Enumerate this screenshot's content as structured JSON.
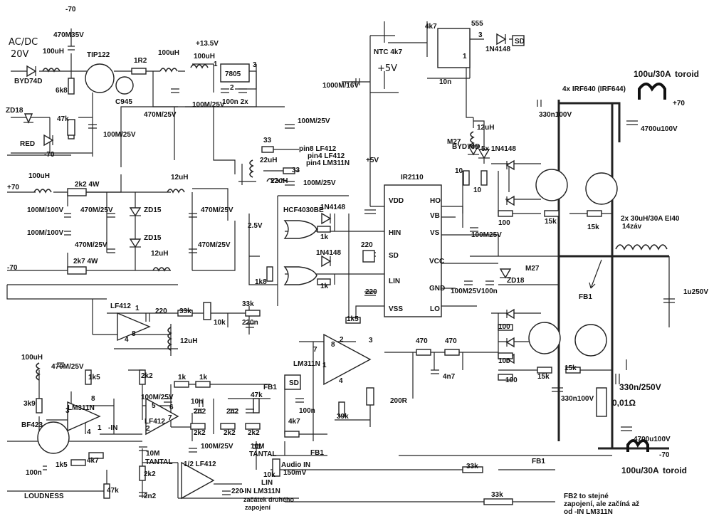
{
  "labels": {
    "acdc": "AC/DC",
    "v20": "20V",
    "m70_top": "-70",
    "c470m35": "470M35V",
    "l100u_1": "100uH",
    "byd74d_1": "BYD74D",
    "r6k8": "6k8",
    "tip122": "TIP122",
    "r1r2": "1R2",
    "l100u_2": "100uH",
    "v13_5": "+13.5V",
    "l100u_3": "100uH",
    "n1": "1",
    "reg7805": "7805",
    "n3": "3",
    "n2": "2",
    "c945": "C945",
    "zd18_1": "ZD18",
    "r47k_1": "47k",
    "c470m25_1": "470M/25V",
    "c100m25_1": "100M/25V",
    "c100m25_2x": "100M/25V",
    "c100n2x": "100n 2x",
    "red": "RED",
    "m70_2": "-70",
    "r4k7_top": "4k7",
    "n555": "555",
    "ntc": "NTC 4k7",
    "p5v": "+5V",
    "n1_555": "1",
    "n3_555": "3",
    "d1n4148_1": "1N4148",
    "sd_1": "SD",
    "c10n_1": "10n",
    "c1000m16": "1000M/16V",
    "c100m25_3": "100M/25V",
    "r33_1": "33",
    "pin8": "pin8 LF412",
    "l22u_1": "22uH",
    "pin4lf": "pin4 LF412",
    "pin4lm": "pin4 LM311N",
    "r33_2": "33",
    "l22u_2": "22uH",
    "c100m25_4": "100M/25V",
    "p5v_2": "+5V",
    "m27_1": "M27",
    "byd74d_2": "BYD74D",
    "l12u_1": "12uH",
    "d5x": "5x 1N4148",
    "r10_1": "10",
    "r10_2": "10",
    "irf": "4x IRF640 (IRF644)",
    "c330n_1": "330n100V",
    "toroid_top": "100u/30A",
    "toroid_word_top": "toroid",
    "p70": "+70",
    "c4700_1": "4700u100V",
    "p70_left": "+70",
    "l100u_4": "100uH",
    "r2k2_4w": "2k2 4W",
    "l12u_2": "12uH",
    "c100m100_1": "100M/100V",
    "c470m25_2": "470M/25V",
    "zd15_1": "ZD15",
    "c470m25_3": "470M/25V",
    "c100m100_2": "100M/100V",
    "c470m25_4": "470M/25V",
    "zd15_2": "ZD15",
    "l12u_3": "12uH",
    "c470m25_5": "470M/25V",
    "m70_left": "-70",
    "r2k7_4w": "2k7 4W",
    "v2_5": "2.5V",
    "hcf": "HCF4030BE",
    "d1n4148_2": "1N4148",
    "r1k_1": "1k",
    "d1n4148_3": "1N4148",
    "r1k_2": "1k",
    "c220_1": "220",
    "c220_2": "220",
    "r1k8": "1k8",
    "ir2110": "IR2110",
    "vdd": "VDD",
    "hin": "HIN",
    "sd_pin": "SD",
    "lin": "LIN",
    "vss": "VSS",
    "ho": "HO",
    "vb": "VB",
    "vs": "VS",
    "vcc": "VCC",
    "gnd": "GND",
    "lo": "LO",
    "r100_1": "100",
    "r15k_1": "15k",
    "r15k_2": "15k",
    "c100m25_5": "100M25V",
    "c100m25_6": "100M25V",
    "c100n_2": "100n",
    "m27_2": "M27",
    "zd18_2": "ZD18",
    "l2x30": "2x 30uH/30A EI40",
    "zav": "14záv",
    "fb1_1": "FB1",
    "c1u250": "1u250V",
    "lf412_1": "LF412",
    "r220_1": "220",
    "r33k_1": "33k",
    "r33k_2": "33k",
    "r10k_1": "10k",
    "c220n": "220n",
    "l12u_4": "12uH",
    "r1k5_1": "1k5",
    "r470_1": "470",
    "r470_2": "470",
    "c4n7": "4n7",
    "lm311_1": "LM311N",
    "n7": "7",
    "n8": "8",
    "n2b": "2",
    "n1b": "1",
    "n3b": "3",
    "n4b": "4",
    "sd_2": "SD",
    "c100n_3": "100n",
    "r4k7_2": "4k7",
    "r39k": "39k",
    "r200r": "200R",
    "r100_2": "100",
    "r100_3": "100",
    "r100_4": "100",
    "r15k_3": "15k",
    "r15k_4": "15k",
    "c330n_2": "330n100V",
    "c330n250": "330n/250V",
    "r0015": "0,01Ω",
    "c4700_2": "4700u100V",
    "toroid_bot": "100u/30A",
    "toroid_word_bot": "toroid",
    "m70_right": "-70",
    "l100u_5": "100uH",
    "c470m25_6": "470M/25V",
    "r1k5_2": "1k5",
    "r3k9": "3k9",
    "lm311_2": "LM311N",
    "bf423": "BF423",
    "r2k2_1": "2k2",
    "c100m25_7": "100M/25V",
    "lf412_2": "LF412",
    "r1k_3": "1k",
    "r1k_4": "1k",
    "c10n_2": "10n",
    "c2n2_1": "2n2",
    "c2n2_2": "2n2",
    "r2k2_2": "2k2",
    "r2k2_3": "2k2",
    "r2k2_4": "2k2",
    "fb1_2": "FB1",
    "r47k_2": "47k",
    "minus_in": "-IN",
    "c100n_4": "100n",
    "r1k5_3": "1k5",
    "r4k7_3": "4k7",
    "c10m_1": "10M",
    "tantal_1": "TANTAL",
    "r2k2_5": "2k2",
    "c2n2_3": "2n2",
    "r47k_3": "47k",
    "lf412_half": "1/2 LF412",
    "c100m25_8": "100M/25V",
    "c10m_2": "10M",
    "tantal_2": "TANTAL",
    "c220_3": "220",
    "r10k_2": "10k",
    "lin_pot": "LIN",
    "audio": "Audio IN",
    "mv150": "150mV",
    "fb1_3": "FB1",
    "r33k_3": "33k",
    "fb1_4": "FB1",
    "r33k_4": "33k",
    "minus_in_lm": "-IN LM311N",
    "zacatek": "začátek druhého",
    "zapojeni": "zapojení",
    "fb2_1": "FB2  to stejné",
    "fb2_2": "zapojení, ale začíná až",
    "fb2_3": "od -IN LM311N",
    "loudness": "LOUDNESS",
    "n6": "6",
    "n7c": "7",
    "n5": "5",
    "n2c": "2",
    "n8c": "8",
    "n4c": "4",
    "n1c": "1",
    "n3c": "3",
    "n1d": "1",
    "n8d": "8",
    "n4d": "4"
  }
}
